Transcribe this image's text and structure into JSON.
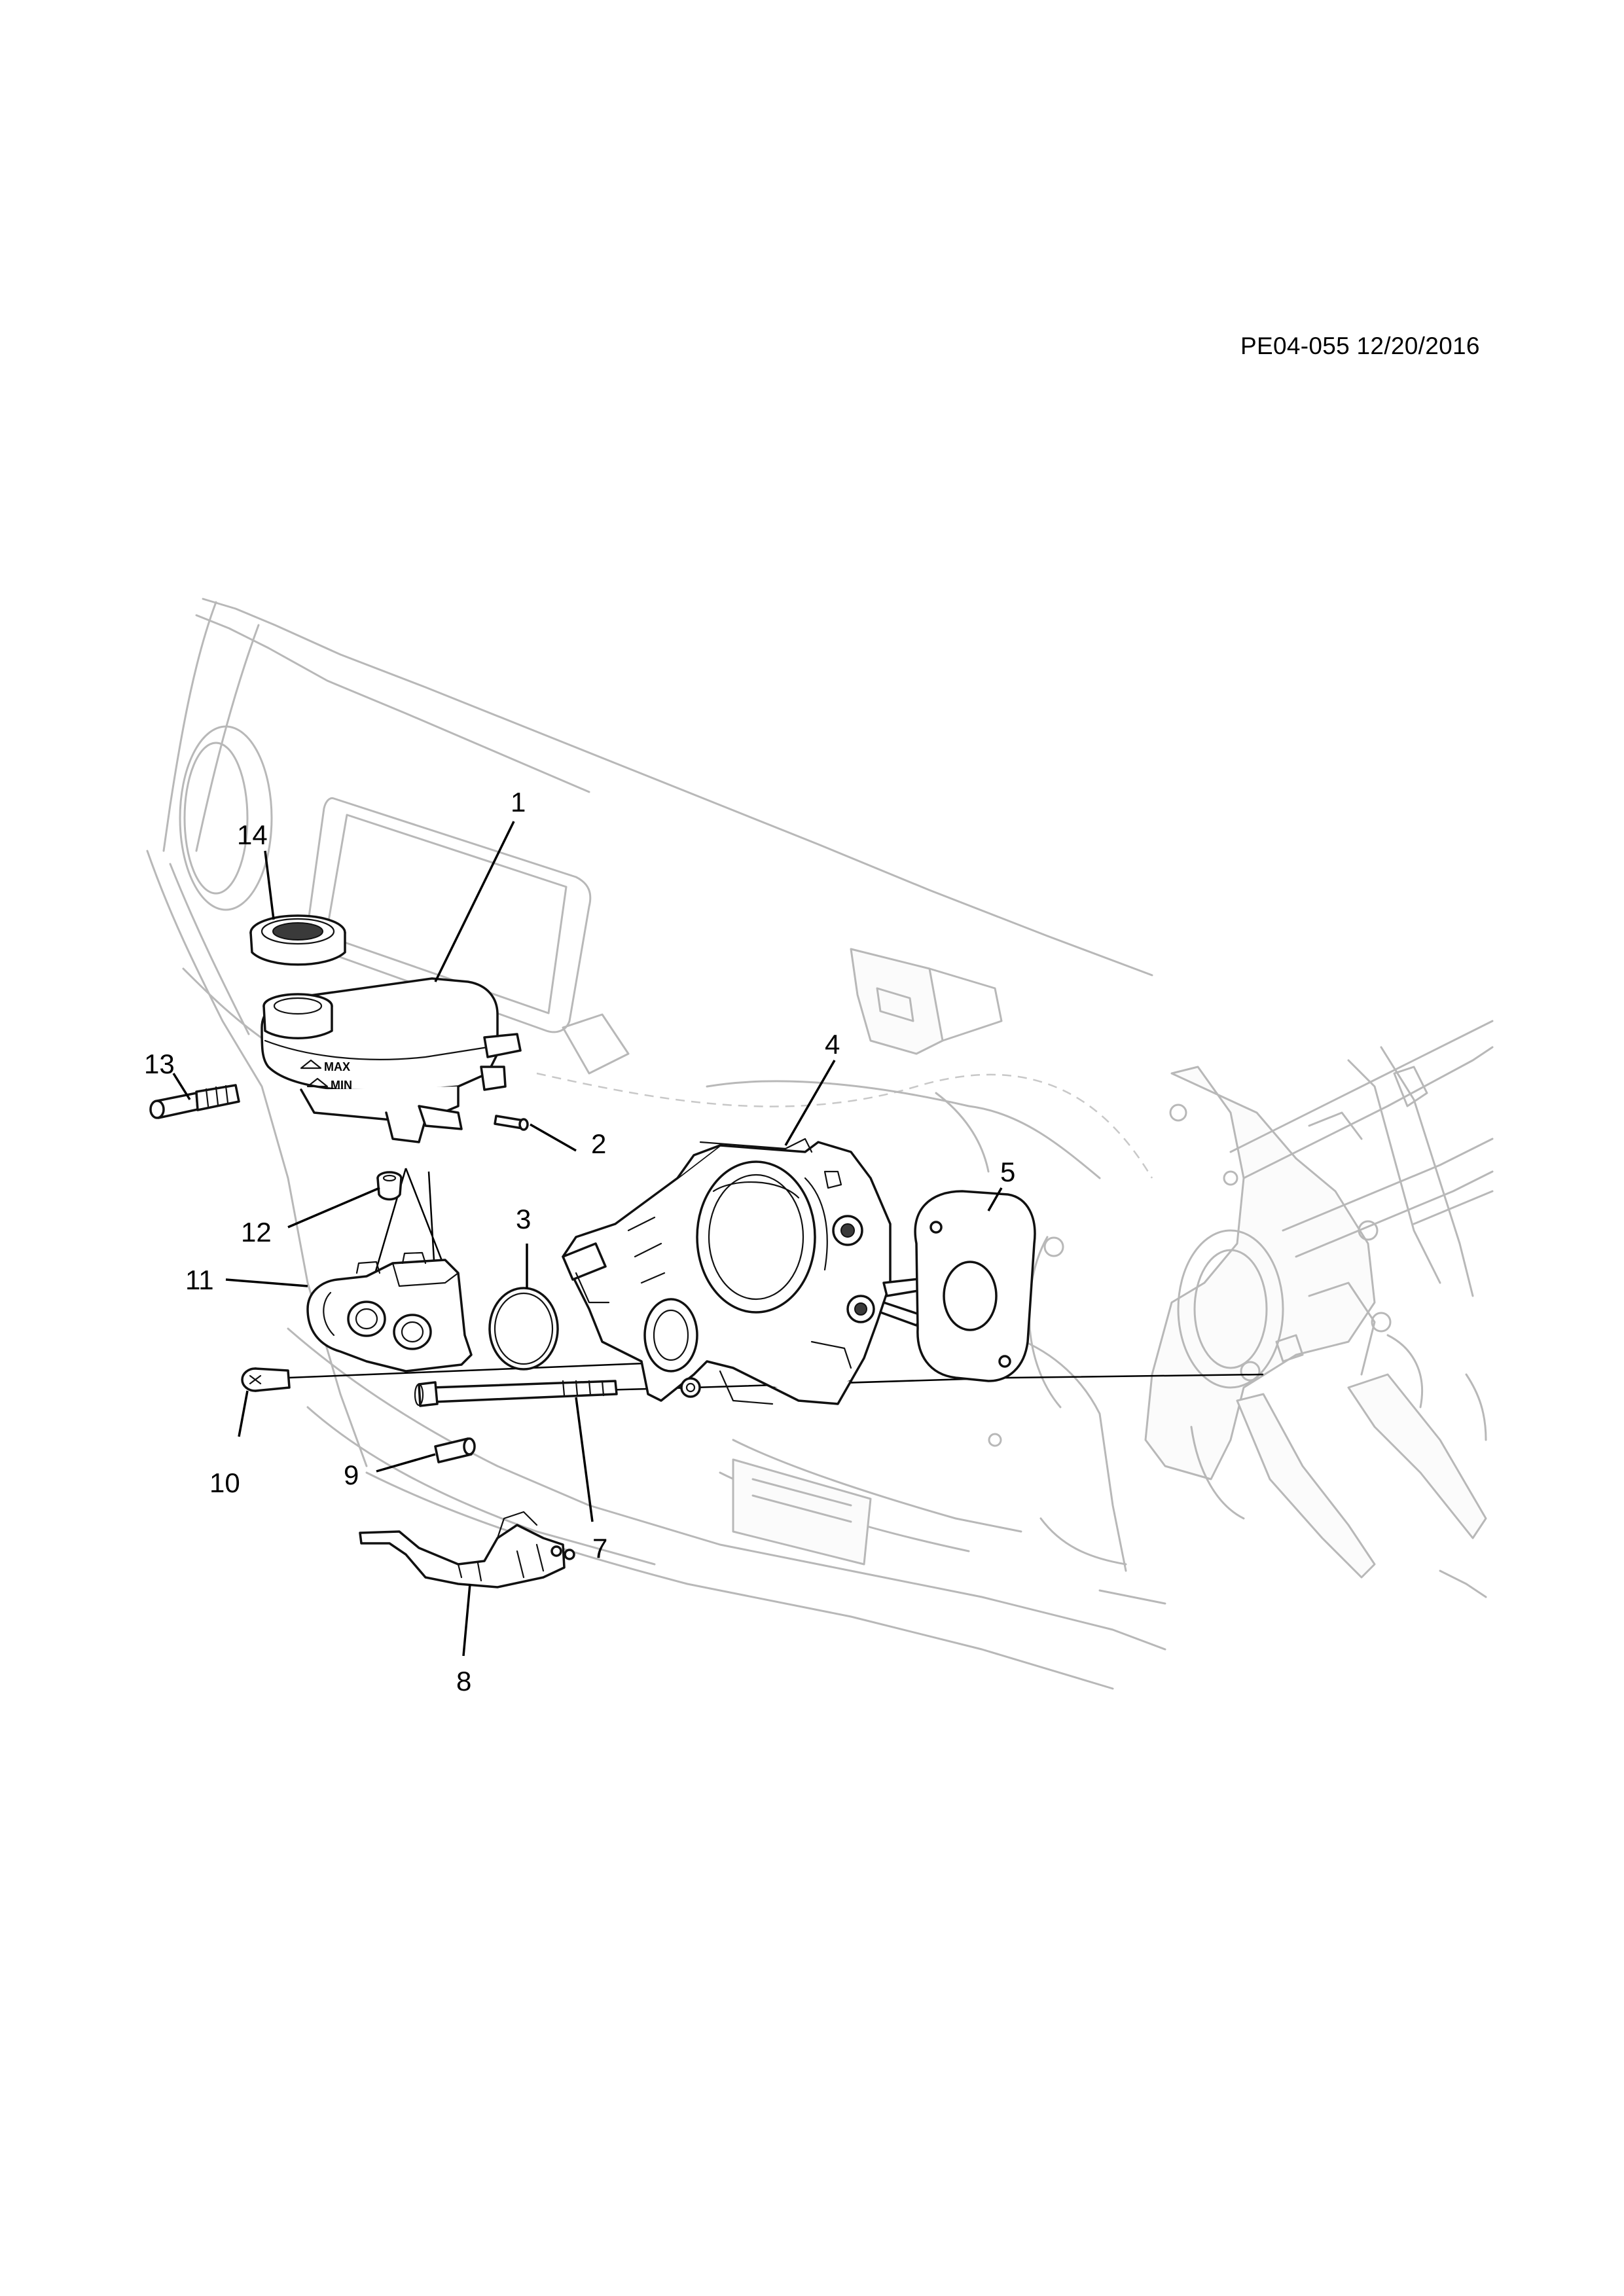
{
  "header": {
    "reference": "PE04-055 12/20/2016"
  },
  "diagram": {
    "reservoir_labels": {
      "max": "MAX",
      "min": "MIN"
    },
    "callouts": {
      "c1": "1",
      "c2": "2",
      "c3": "3",
      "c4": "4",
      "c5": "5",
      "c7": "7",
      "c8": "8",
      "c9": "9",
      "c10": "10",
      "c11": "11",
      "c12": "12",
      "c13": "13",
      "c14": "14"
    }
  }
}
